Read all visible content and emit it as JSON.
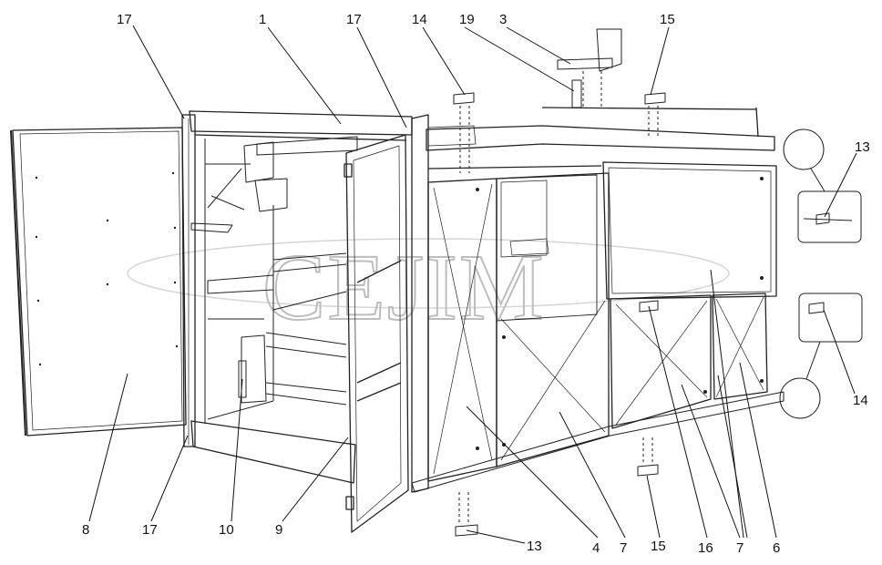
{
  "watermark": "CEJIM",
  "callouts": [
    "17",
    "1",
    "17",
    "14",
    "19",
    "3",
    "15",
    "13",
    "14",
    "8",
    "17",
    "10",
    "9",
    "13",
    "4",
    "7",
    "15",
    "16",
    "7",
    "6"
  ]
}
